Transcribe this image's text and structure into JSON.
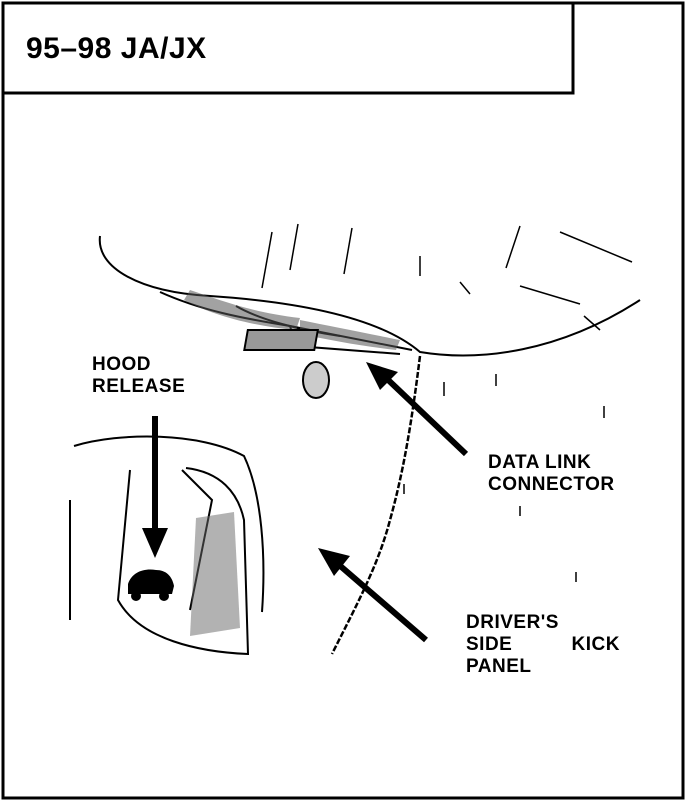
{
  "header": {
    "title": "95–98 JA/JX"
  },
  "labels": {
    "hood_release": [
      "HOOD",
      "RELEASE"
    ],
    "data_link_connector": [
      "DATA LINK",
      "CONNECTOR"
    ],
    "kick_panel": {
      "line1": "DRIVER'S",
      "line2a": "SIDE",
      "line2b": "KICK",
      "line3": "PANEL"
    }
  },
  "colors": {
    "ink": "#000000",
    "paper": "#ffffff"
  }
}
